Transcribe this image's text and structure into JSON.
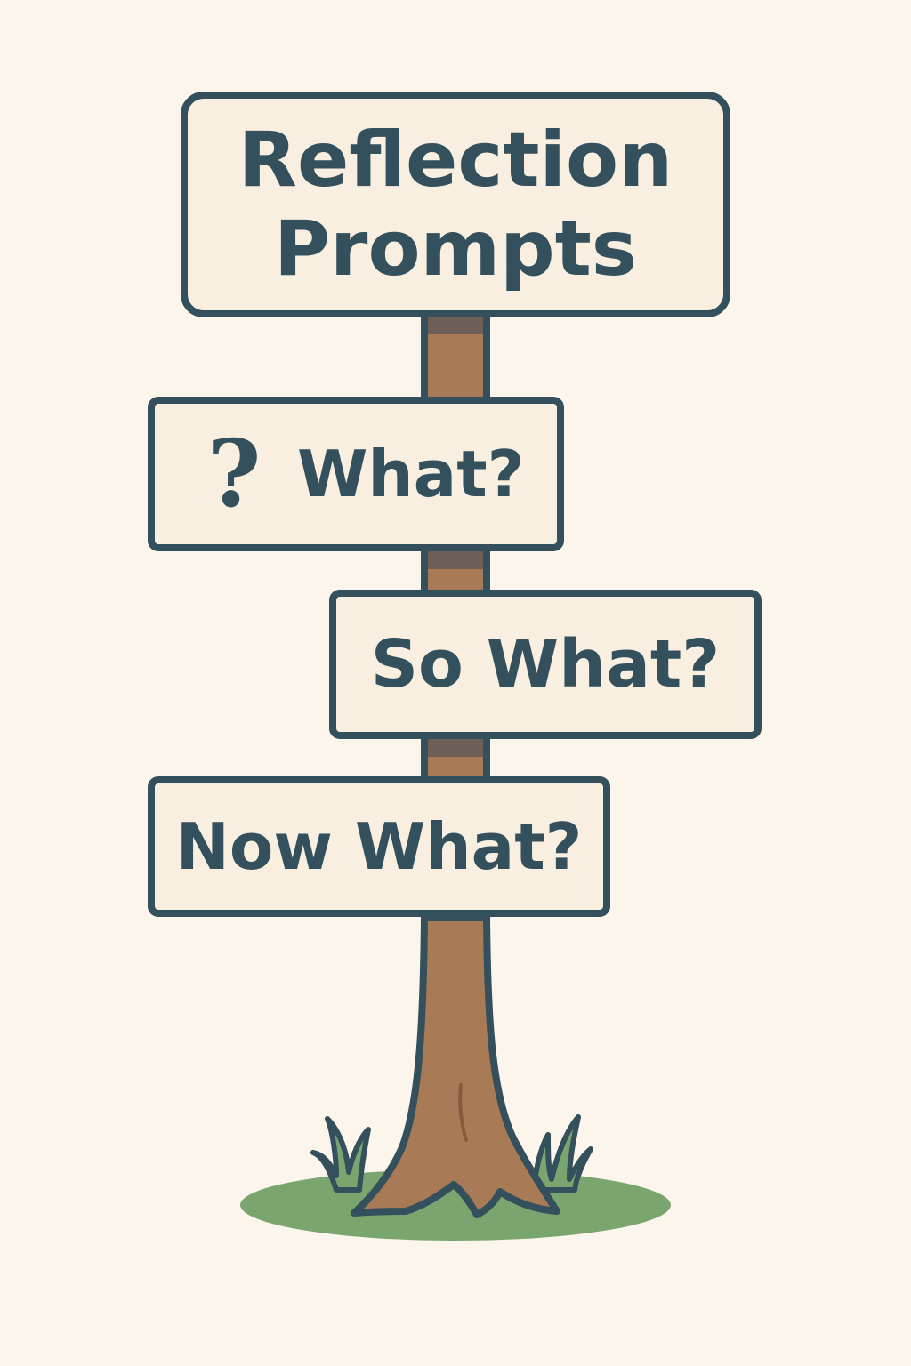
{
  "title": {
    "line1": "Reflection",
    "line2": "Prompts"
  },
  "signs": [
    {
      "label": "What?",
      "icon": "question-mark-icon"
    },
    {
      "label": "So What?"
    },
    {
      "label": "Now What?"
    }
  ],
  "colors": {
    "background": "#fbf5ec",
    "sign_fill": "#f8efe1",
    "outline": "#33505c",
    "post": "#a87a56",
    "post_band": "#6e6058",
    "grass": "#7aa56f"
  }
}
